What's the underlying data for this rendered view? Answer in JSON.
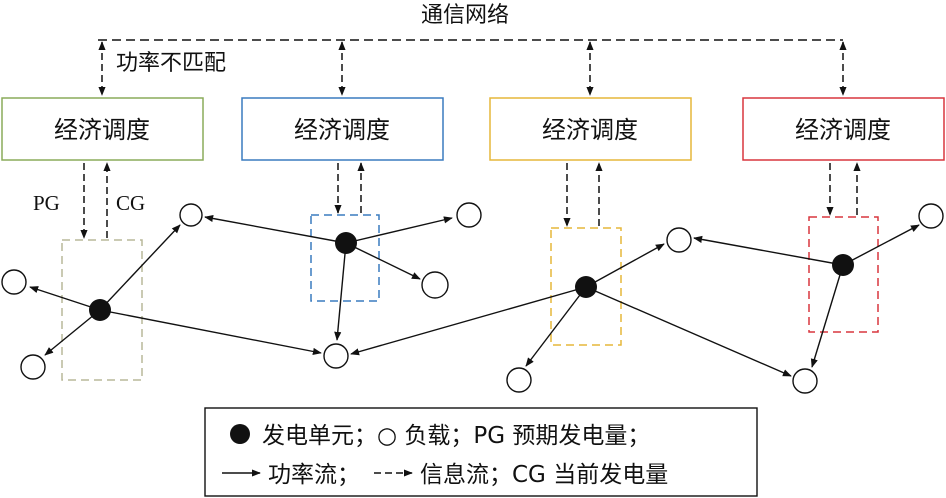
{
  "network_label": "通信网络",
  "mismatch_label": "功率不匹配",
  "pg_label": "PG",
  "cg_label": "CG",
  "dispatch_boxes": [
    {
      "label": "经济调度",
      "color": "#8aac5a"
    },
    {
      "label": "经济调度",
      "color": "#3a7bbf"
    },
    {
      "label": "经济调度",
      "color": "#e6b73a"
    },
    {
      "label": "经济调度",
      "color": "#d9363e"
    }
  ],
  "legend": {
    "line1": "发电单元；○ 负载；PG 预期发电量；",
    "line2": "功率流；",
    "line2b": "信息流；CG 当前发电量"
  },
  "colors": {
    "unit1": "#b9b89a",
    "unit2": "#3a7bbf",
    "unit3": "#e6b73a",
    "unit4": "#d9363e"
  }
}
